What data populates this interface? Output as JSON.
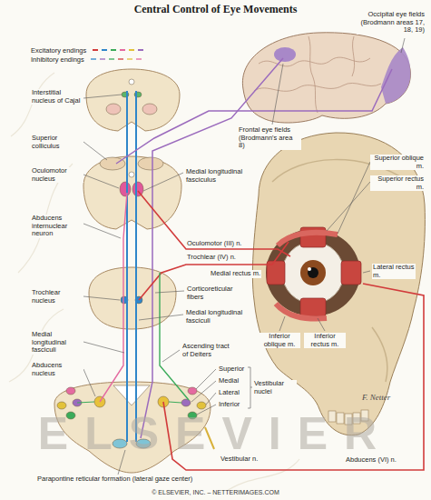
{
  "diagram": {
    "title": "Central Control of Eye Movements",
    "caption": "© ELSEVIER, INC. – NETTERIMAGES.COM",
    "labels": [
      "Occipital eye fields (Brodmann areas 17, 18, 19)",
      "Frontal eye fields (Brodmann's area 8)",
      "Interstitial nucleus of Cajal",
      "Superior colliculus",
      "Oculomotor nucleus",
      "Medial longitudinal fasciculus",
      "Superior oblique m.",
      "Superior rectus m.",
      "Abducens internuclear neuron",
      "Oculomotor (III) n.",
      "Trochlear (IV) n.",
      "Medial rectus m.",
      "Lateral rectus m.",
      "Trochlear nucleus",
      "Corticoreticular fibers",
      "Medial longitudinal fasciculi",
      "Inferior oblique m.",
      "Inferior rectus m.",
      "Medial longitudinal fasciculi",
      "Abducens nucleus",
      "Ascending tract of Deiters",
      "Superior",
      "Medial",
      "Lateral",
      "Inferior",
      "Vestibular nuclei",
      "F. Netter",
      "ELSEVIER",
      "Vestibular n.",
      "Abducens (VI) n.",
      "Parapontine reticular formation (lateral gaze center)"
    ],
    "legend": [
      {
        "text": "Excitatory endings"
      },
      {
        "text": "Inhibitory endings"
      }
    ]
  }
}
